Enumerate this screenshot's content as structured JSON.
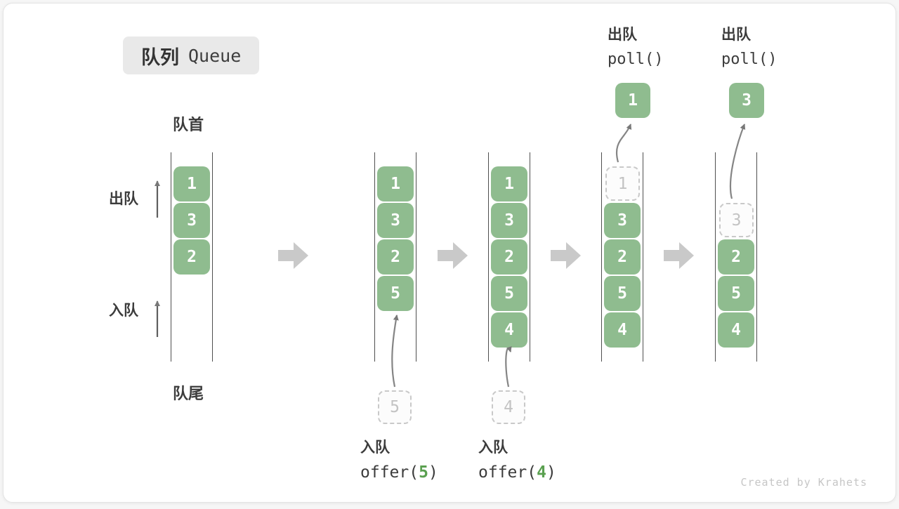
{
  "badge": {
    "zh": "队列",
    "en": "Queue"
  },
  "labels": {
    "front": "队首",
    "rear": "队尾",
    "dequeue": "出队",
    "enqueue": "入队"
  },
  "watermark": "Created by Krahets",
  "colors": {
    "box_green": "#8fbc8f",
    "code_green": "#5aa050",
    "stage_arrow_gray": "#c9c9c9",
    "dashed_gray": "#c9c9c9"
  },
  "stages": [
    {
      "slots": [
        {
          "value": "1",
          "type": "solid"
        },
        {
          "value": "3",
          "type": "solid"
        },
        {
          "value": "2",
          "type": "solid"
        }
      ]
    },
    {
      "slots": [
        {
          "value": "1",
          "type": "solid"
        },
        {
          "value": "3",
          "type": "solid"
        },
        {
          "value": "2",
          "type": "solid"
        },
        {
          "value": "5",
          "type": "solid"
        }
      ],
      "pending": {
        "value": "5"
      },
      "op": {
        "label": "入队",
        "code_pre": "offer(",
        "arg": "5",
        "code_post": ")"
      }
    },
    {
      "slots": [
        {
          "value": "1",
          "type": "solid"
        },
        {
          "value": "3",
          "type": "solid"
        },
        {
          "value": "2",
          "type": "solid"
        },
        {
          "value": "5",
          "type": "solid"
        },
        {
          "value": "4",
          "type": "solid"
        }
      ],
      "pending": {
        "value": "4"
      },
      "op": {
        "label": "入队",
        "code_pre": "offer(",
        "arg": "4",
        "code_post": ")"
      }
    },
    {
      "slots": [
        {
          "value": "1",
          "type": "dashed"
        },
        {
          "value": "3",
          "type": "solid"
        },
        {
          "value": "2",
          "type": "solid"
        },
        {
          "value": "5",
          "type": "solid"
        },
        {
          "value": "4",
          "type": "solid"
        }
      ],
      "out": {
        "value": "1"
      },
      "op": {
        "label": "出队",
        "code": "poll()"
      }
    },
    {
      "slots": [
        {
          "type": "empty"
        },
        {
          "value": "3",
          "type": "dashed"
        },
        {
          "value": "2",
          "type": "solid"
        },
        {
          "value": "5",
          "type": "solid"
        },
        {
          "value": "4",
          "type": "solid"
        }
      ],
      "out": {
        "value": "3"
      },
      "op": {
        "label": "出队",
        "code": "poll()"
      }
    }
  ]
}
